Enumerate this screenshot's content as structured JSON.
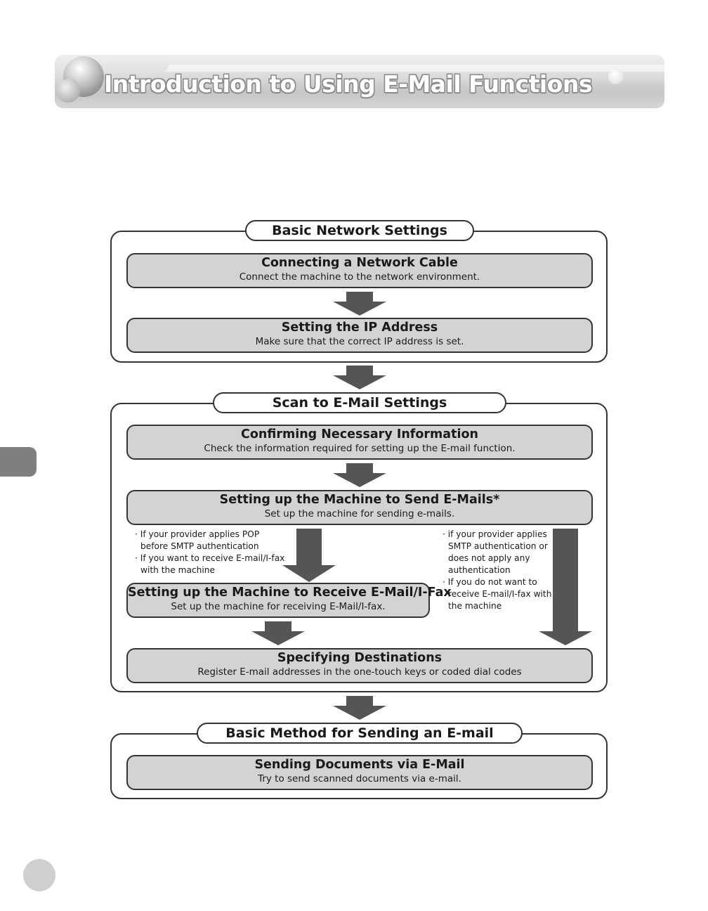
{
  "title": "Introduction to Using E-Mail Functions",
  "sections": {
    "basic_network": {
      "label": "Basic Network Settings",
      "steps": [
        {
          "title": "Connecting a Network Cable",
          "desc": "Connect the machine to the network environment."
        },
        {
          "title": "Setting the IP Address",
          "desc": "Make sure that the correct IP address is set."
        }
      ]
    },
    "scan_email": {
      "label": "Scan to E-Mail Settings",
      "steps": [
        {
          "title": "Confirming Necessary Information",
          "desc": "Check the information required for setting up the E-mail function."
        },
        {
          "title": "Setting up the Machine to Send E-Mails*",
          "desc": "Set up the machine for sending e-mails."
        },
        {
          "title": "Setting up the Machine to Receive E-Mail/I-Fax",
          "desc": "Set up the machine for receiving E-Mail/I-fax."
        },
        {
          "title": "Specifying Destinations",
          "desc": "Register E-mail addresses in the one-touch keys or coded dial codes"
        }
      ],
      "notes_left": [
        "· If your provider applies POP",
        "before SMTP authentication",
        "· If you want to receive E-mail/I-fax",
        "with the machine"
      ],
      "notes_right": [
        "· if your provider applies",
        "SMTP authentication or",
        "does not apply any",
        "authentication",
        "· If you do not want to",
        "receive E-mail/I-fax with",
        "the machine"
      ]
    },
    "sending": {
      "label": "Basic Method for Sending an E-mail",
      "steps": [
        {
          "title": "Sending Documents via E-Mail",
          "desc": "Try to send scanned documents via e-mail."
        }
      ]
    }
  },
  "colors": {
    "arrow": "#555555",
    "step_fill": "#d3d3d3",
    "banner": "#c6c6c6"
  }
}
